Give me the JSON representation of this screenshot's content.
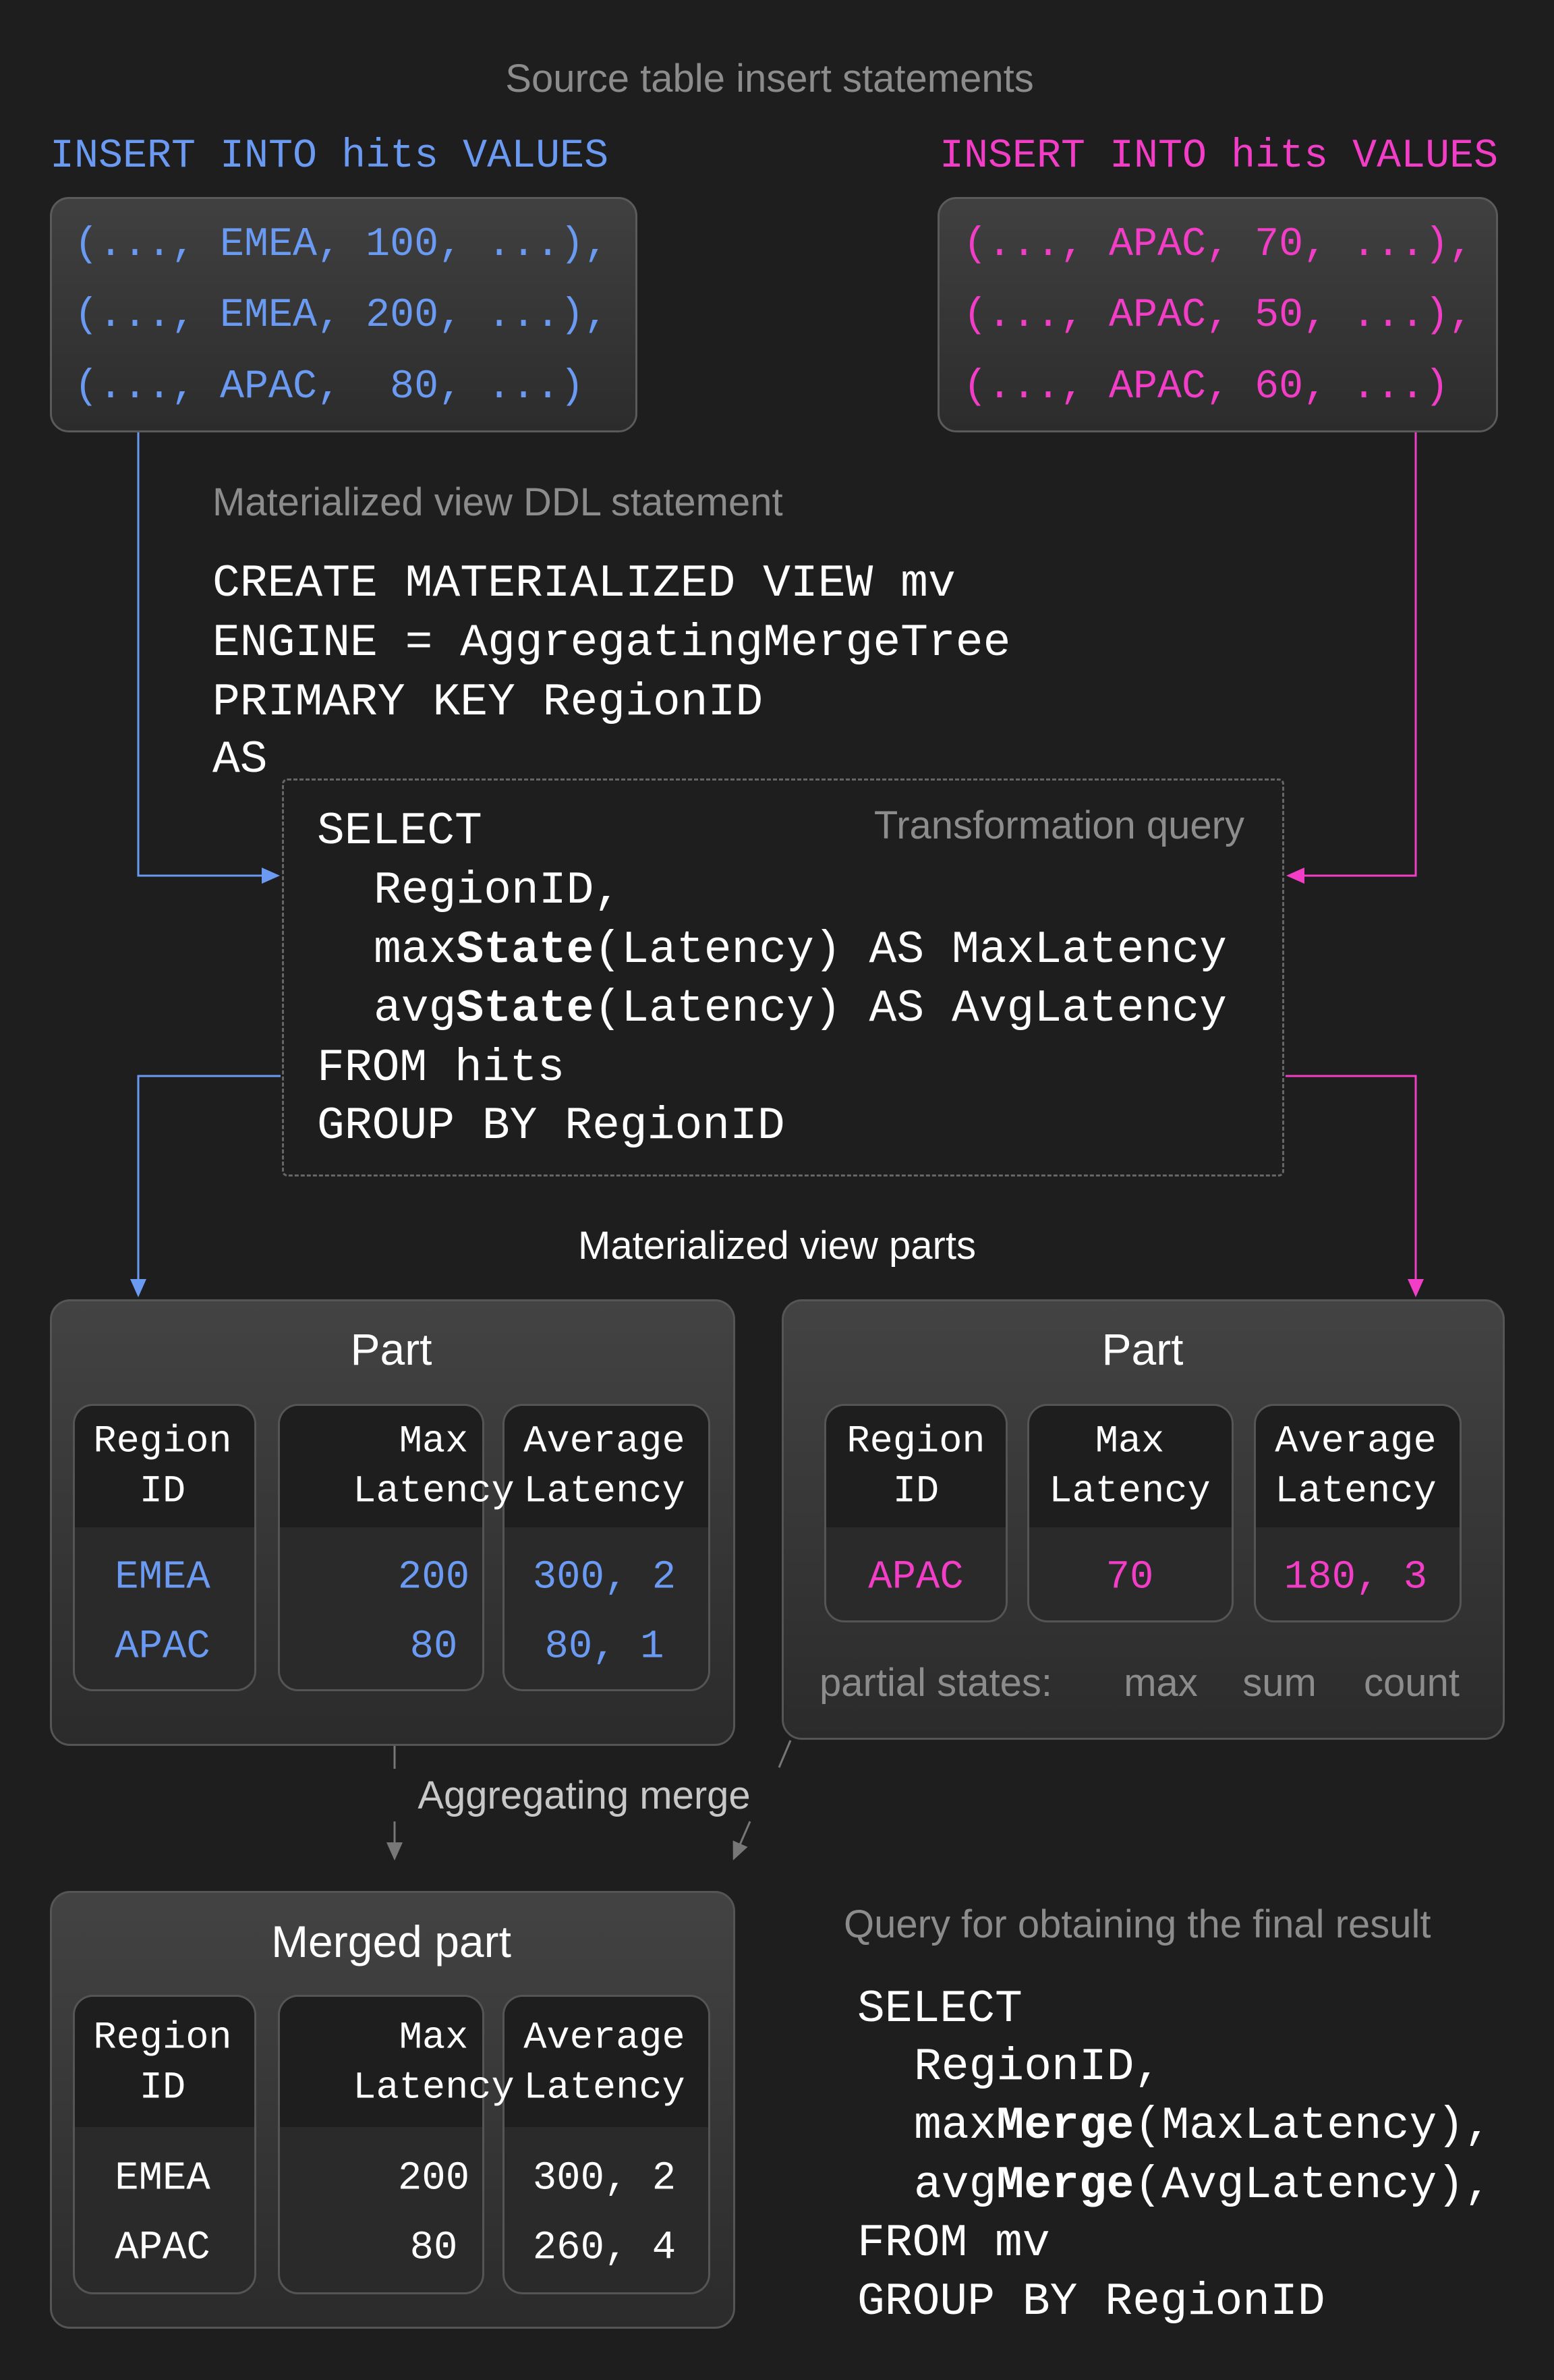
{
  "colors": {
    "background": "#1e1e1e",
    "blue": "#6b9af2",
    "magenta": "#f23ec6",
    "muted": "#8c8c8c"
  },
  "source_title": "Source table insert statements",
  "insert_left": {
    "label": "INSERT INTO hits VALUES",
    "rows": [
      "(..., EMEA, 100, ...),",
      "(..., EMEA, 200, ...),",
      "(..., APAC,  80, ...)"
    ]
  },
  "insert_right": {
    "label": "INSERT INTO hits VALUES",
    "rows": [
      "(..., APAC, 70, ...),",
      "(..., APAC, 50, ...),",
      "(..., APAC, 60, ...)"
    ]
  },
  "ddl": {
    "title": "Materialized view DDL statement",
    "lines": [
      "CREATE MATERIALIZED VIEW mv",
      "ENGINE = AggregatingMergeTree",
      "PRIMARY KEY RegionID",
      "AS"
    ]
  },
  "transform": {
    "label": "Transformation query",
    "select": "SELECT",
    "col1": "RegionID,",
    "max_pre": "max",
    "max_bold": "State",
    "max_post": "(Latency) AS MaxLatency",
    "avg_pre": "avg",
    "avg_bold": "State",
    "avg_post": "(Latency) AS AvgLatency",
    "from": "FROM hits",
    "group": "GROUP BY RegionID"
  },
  "parts_title": "Materialized view parts",
  "headers": {
    "region_1": "Region",
    "region_2": "ID",
    "max_1": "Max",
    "max_2": "Latency",
    "avg_1": "Average",
    "avg_2": "Latency"
  },
  "part_left": {
    "title": "Part",
    "rows": [
      {
        "region": "EMEA",
        "max": "200",
        "avg": "300, 2"
      },
      {
        "region": "APAC",
        "max": "80",
        "avg": "80, 1"
      }
    ]
  },
  "part_right": {
    "title": "Part",
    "rows": [
      {
        "region": "APAC",
        "max": "70",
        "avg": "180, 3"
      }
    ],
    "partial_label": "partial states:",
    "partial": [
      "max",
      "sum",
      "count"
    ]
  },
  "merge_label": "Aggregating merge",
  "merged": {
    "title": "Merged part",
    "rows": [
      {
        "region": "EMEA",
        "max": "200",
        "avg": "300, 2"
      },
      {
        "region": "APAC",
        "max": "80",
        "avg": "260, 4"
      }
    ]
  },
  "final_query": {
    "title": "Query for obtaining the final result",
    "select": "SELECT",
    "col1": "RegionID,",
    "max_pre": "max",
    "max_bold": "Merge",
    "max_post": "(MaxLatency),",
    "avg_pre": "avg",
    "avg_bold": "Merge",
    "avg_post": "(AvgLatency),",
    "from": "FROM mv",
    "group": "GROUP BY RegionID"
  }
}
